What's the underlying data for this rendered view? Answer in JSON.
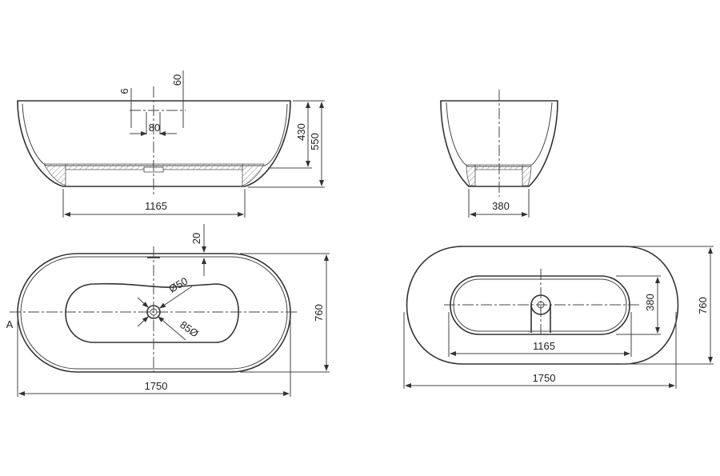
{
  "side_view": {
    "dims": {
      "base_width": "1165",
      "inner_depth": "430",
      "total_height": "550",
      "overflow_offset": "6",
      "overflow_height": "60",
      "overflow_width": "80"
    }
  },
  "end_view": {
    "dims": {
      "base_width": "380"
    }
  },
  "plan_view_left": {
    "section_label": "A",
    "dims": {
      "length": "1750",
      "width": "760",
      "rim_offset": "20",
      "drain_diameter": "Ø50",
      "drain_offset": "85Ø"
    }
  },
  "plan_view_right": {
    "dims": {
      "length": "1750",
      "width": "760",
      "basin_length": "1165",
      "basin_width": "380"
    }
  },
  "colors": {
    "line": "#333333",
    "background": "#ffffff"
  }
}
